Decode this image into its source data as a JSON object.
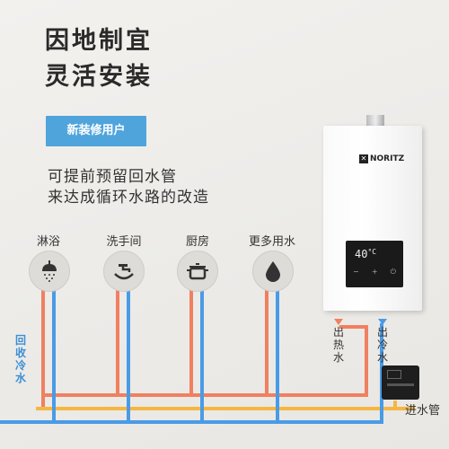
{
  "headline": {
    "line1": "因地制宜",
    "line2": "灵活安装"
  },
  "badge": "新装修用户",
  "description": {
    "line1": "可提前预留回水管",
    "line2": "来达成循环水路的改造"
  },
  "fixtures": [
    {
      "label": "淋浴",
      "icon": "shower-icon"
    },
    {
      "label": "洗手间",
      "icon": "faucet-icon"
    },
    {
      "label": "厨房",
      "icon": "pot-icon"
    },
    {
      "label": "更多用水",
      "icon": "water-drop-icon"
    }
  ],
  "heater": {
    "brand": "NORITZ",
    "display_temp": "40",
    "display_unit": "°C"
  },
  "pipe_labels": {
    "return_cold": "回收冷水",
    "hot_out": "出热水",
    "cold_out": "出冷水",
    "inlet": "进水管"
  },
  "colors": {
    "hot": "#f08060",
    "cold": "#4a9be6",
    "inlet": "#f5b742",
    "accent": "#4fa4dc"
  }
}
